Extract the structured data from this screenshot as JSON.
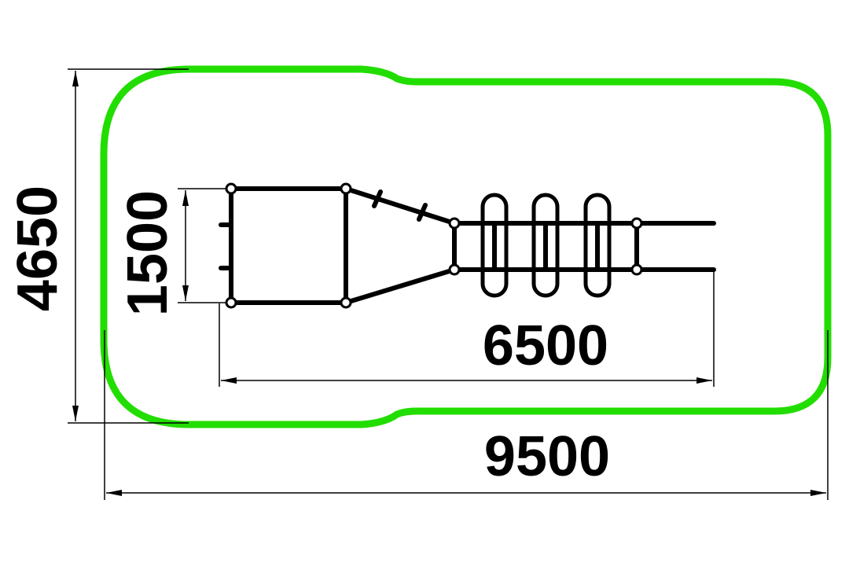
{
  "dimensions": {
    "total_width": "9500",
    "total_height": "4650",
    "equipment_length": "6500",
    "equipment_width": "1500"
  },
  "colors": {
    "safety_zone": "#22dd00",
    "lines": "#000000",
    "background": "#ffffff"
  }
}
